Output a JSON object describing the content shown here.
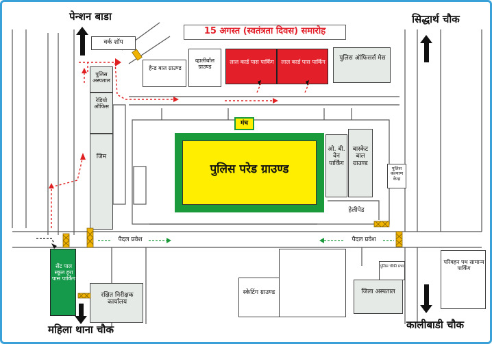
{
  "title": "15 अगस्त (स्वतंत्रता दिवस) समारोह",
  "corners": {
    "top_left": "पेन्शन बाडा",
    "top_right": "सिद्धार्थ चौक",
    "bottom_left": "महिला थाना चौक",
    "bottom_right": "कालीबाडी चौक"
  },
  "places": {
    "work_shop": "वर्क शॉप",
    "police_hospital": "पुलिस अस्पताल",
    "radio_office": "रेडियो ऑफिस",
    "gym": "जिम",
    "handball_ground": "हैन्ड बाल ग्राउण्ड",
    "volleyball_ground": "व्हालीबॉल ग्राउण्ड",
    "red_card_parking_1": "लाल कार्ड पास पार्किंग",
    "red_card_parking_2": "लाल कार्ड पास पार्किंग",
    "police_officers_mess": "पुलिस ऑफिसर्स मेस",
    "stage": "मंच",
    "parade_ground": "पुलिस परेड ग्राउण्ड",
    "ob_van_parking": "ओ. बी. वेन पार्किंग",
    "basketball_ground": "बास्केट बाल ग्राउण्ड",
    "police_welfare_center": "पुलिस कल्याण केन्द्र",
    "helipad": "हेलीपेड",
    "pedestrian_entry_left": "पैदल प्रवेश",
    "pedestrian_entry_right": "पैदल प्रवेश",
    "st_paul_school_parking": "सेंट पाल स्कूल हरा पास पार्किंग",
    "reserve_inspector_office": "रक्षित निरीक्षक कार्यालय",
    "skating_ground": "स्केटिंग ग्राउण्ड",
    "police_small": "पुलिस चौकी प्रभा",
    "district_hospital": "जिला अस्पताल",
    "transport_parking": "परिवहन पथ सामान्य पार्किंग"
  },
  "colors": {
    "frame": "#3aa0d8",
    "red_parking": "#e3202a",
    "green_parking": "#149a4a",
    "parade_fill": "#ffee00",
    "parade_border": "#1a9a3a",
    "route": "#e02020",
    "barrier": "#f0b400"
  },
  "icons": [
    "arrow-up-icon",
    "arrow-down-icon",
    "barrier-icon",
    "route-arrow-icon"
  ]
}
